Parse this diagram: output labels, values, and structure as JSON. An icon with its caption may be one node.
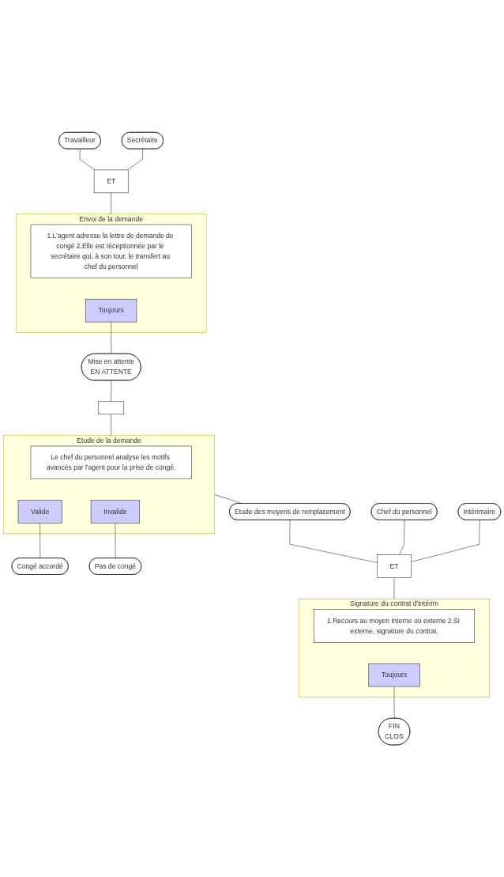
{
  "diagram": {
    "nodes": [
      {
        "text": [
          "Travailleur"
        ]
      },
      {
        "text": [
          "Secrétaire"
        ]
      },
      {
        "text": [
          "ET"
        ]
      },
      {
        "text": [
          "Envoi de la demande"
        ]
      },
      {
        "text": [
          "1.L'agent adresse la lettre de demande de congé 2.Elle est réceptionnée par le secrétaire qui, à son tour, le transfert au chef du personnel"
        ],
        "in": 3
      },
      {
        "text": [
          "Toujours"
        ],
        "in": 3
      },
      {
        "text": [
          "Mise en attente",
          "EN ATTENTE"
        ]
      },
      {
        "text": [],
        "shape": "box"
      },
      {
        "text": [
          "Etude de la demande"
        ]
      },
      {
        "text": [
          "Le chef du personnel analyse les motifs avancés par l'agent pour la prise de congé."
        ],
        "in": 8
      },
      {
        "text": [
          "Valide"
        ],
        "in": 8
      },
      {
        "text": [
          "Invalide"
        ],
        "in": 8
      },
      {
        "text": [
          "Congé accordé"
        ]
      },
      {
        "text": [
          "Pas de congé"
        ]
      },
      {
        "text": [
          "Etude des moyens de remplacement"
        ]
      },
      {
        "text": [
          "Chef du personnel"
        ]
      },
      {
        "text": [
          "Intérimaire"
        ]
      },
      {
        "text": [
          "ET"
        ]
      },
      {
        "text": [
          "Signature du contrat d'intérim"
        ]
      },
      {
        "text": [
          "1.Recours au moyen interne ou externe 2.Si externe, signature du contrat."
        ],
        "in": 18
      },
      {
        "text": [
          "Toujours"
        ],
        "in": 18
      },
      {
        "text": [
          "FIN",
          "CLOS"
        ]
      }
    ],
    "edges": [
      {
        "from": 0,
        "to": 2,
        "arrow": "none"
      },
      {
        "from": 1,
        "to": 2,
        "arrow": "none"
      },
      {
        "from": 2,
        "to": 3,
        "arrow": "none"
      },
      {
        "from": 5,
        "to": 6,
        "arrow": "none"
      },
      {
        "from": 6,
        "to": 7,
        "arrow": "none"
      },
      {
        "from": 7,
        "to": 8,
        "arrow": "none"
      },
      {
        "from": 10,
        "to": 12,
        "arrow": "none"
      },
      {
        "from": 11,
        "to": 13,
        "arrow": "none"
      },
      {
        "from": 8,
        "to": 14,
        "arrow": "none"
      },
      {
        "from": 14,
        "to": 17,
        "arrow": "none"
      },
      {
        "from": 15,
        "to": 17,
        "arrow": "none"
      },
      {
        "from": 16,
        "to": 17,
        "arrow": "none"
      },
      {
        "from": 17,
        "to": 18,
        "arrow": "none"
      },
      {
        "from": 20,
        "to": 21,
        "arrow": "none"
      }
    ]
  }
}
